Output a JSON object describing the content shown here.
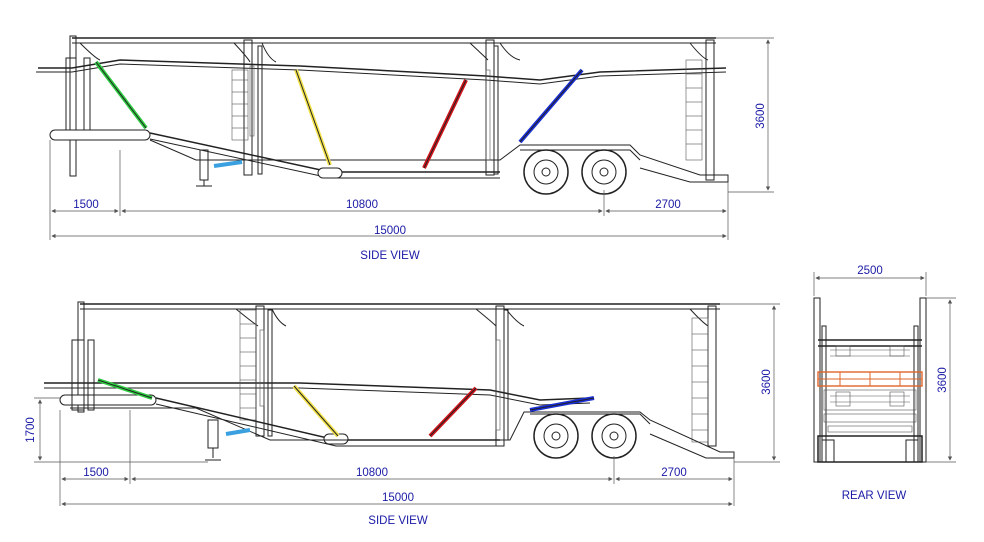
{
  "views": {
    "side_top": {
      "caption": "SIDE VIEW",
      "dims": {
        "front_overhang": "1500",
        "wheelbase": "10800",
        "rear_overhang": "2700",
        "overall_length": "15000",
        "overall_height": "3600"
      }
    },
    "side_bottom": {
      "caption": "SIDE VIEW",
      "dims": {
        "front_overhang": "1500",
        "wheelbase": "10800",
        "rear_overhang": "2700",
        "overall_length": "15000",
        "overall_height": "3600",
        "kingpin_height": "1700"
      }
    },
    "rear": {
      "caption": "REAR VIEW",
      "dims": {
        "overall_width": "2500",
        "overall_height": "3600"
      }
    }
  },
  "colors": {
    "dimension_text": "#1a1aa6",
    "linework": "#222222",
    "ram_green": "#2ecc40",
    "ram_yellow": "#f2e24a",
    "ram_red": "#d0141b",
    "ram_blue": "#1a2fd6",
    "ram_cyan": "#3aa0e0",
    "deck_orange": "#e0652a"
  }
}
